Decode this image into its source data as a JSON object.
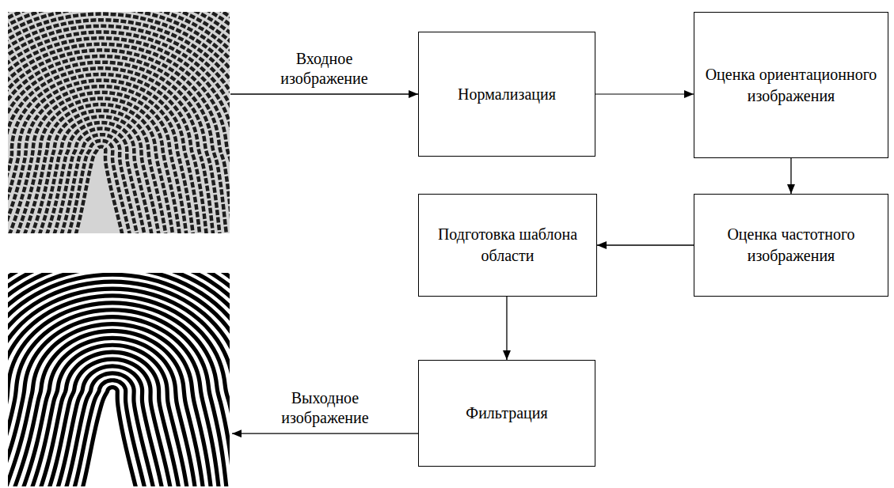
{
  "diagram": {
    "nodes": [
      {
        "text": [
          "Нормализация"
        ]
      },
      {
        "text": [
          "Оценка ориентационного изображения"
        ]
      },
      {
        "text": [
          "Оценка частотного изображения"
        ]
      },
      {
        "text": [
          "Подготовка шаблона области"
        ]
      },
      {
        "text": [
          "Фильтрация"
        ]
      }
    ],
    "edges": [
      {
        "from": 0,
        "to": 1,
        "arrow": "to"
      },
      {
        "from": 1,
        "to": 2,
        "arrow": "to"
      },
      {
        "from": 2,
        "to": 3,
        "arrow": "to"
      },
      {
        "from": 3,
        "to": 4,
        "arrow": "to"
      }
    ],
    "labels": [
      "Входное изображение",
      "Выходное изображение"
    ]
  }
}
